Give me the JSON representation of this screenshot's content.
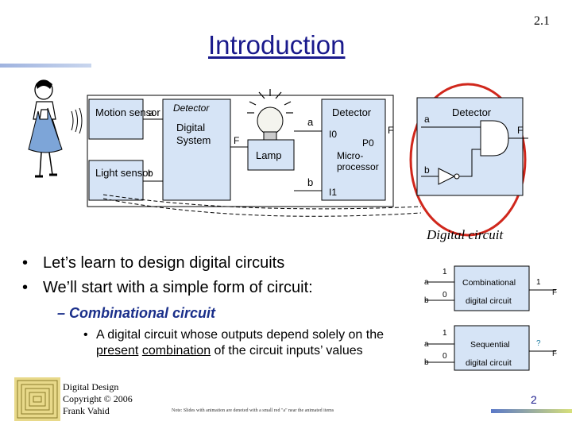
{
  "slide_number": "2.1",
  "title": "Introduction",
  "diagram": {
    "motion_sensor": "Motion sensor",
    "light_sensor": "Light sensor",
    "detector_digital_system": [
      "Detector",
      "Digital",
      "System"
    ],
    "lamp": "Lamp",
    "processor_title": "Detector",
    "processor_body": [
      "Micro-",
      "processor"
    ],
    "pins": {
      "a": "a",
      "b": "b",
      "F": "F",
      "I0": "I0",
      "I1": "I1",
      "P0": "P0"
    },
    "circuit_title": "Detector",
    "caption": "Digital circuit"
  },
  "bullets": [
    "Let’s learn to design digital circuits",
    "We’ll start with a simple form of circuit:"
  ],
  "sub_bullet": "– Combinational circuit",
  "sub_sub_bullet": {
    "pre": "A digital circuit whose outputs depend solely on the ",
    "present": "present",
    "mid": " ",
    "combination": "combination",
    "post": " of the circuit inputs’ values"
  },
  "blocks": [
    {
      "label1": "Combinational",
      "label2": "digital circuit",
      "in_a": "a",
      "in_b": "b",
      "val_a": "1",
      "val_b": "0",
      "out_val": "1",
      "out": "F"
    },
    {
      "label1": "Sequential",
      "label2": "digital circuit",
      "in_a": "a",
      "in_b": "b",
      "val_a": "1",
      "val_b": "0",
      "out_val": "?",
      "out": "F"
    }
  ],
  "footer": [
    "Digital Design",
    "Copyright © 2006",
    "Frank Vahid"
  ],
  "note": "Note: Slides with animation are denoted with a small red \"a\" near the animated items",
  "page_number": "2"
}
